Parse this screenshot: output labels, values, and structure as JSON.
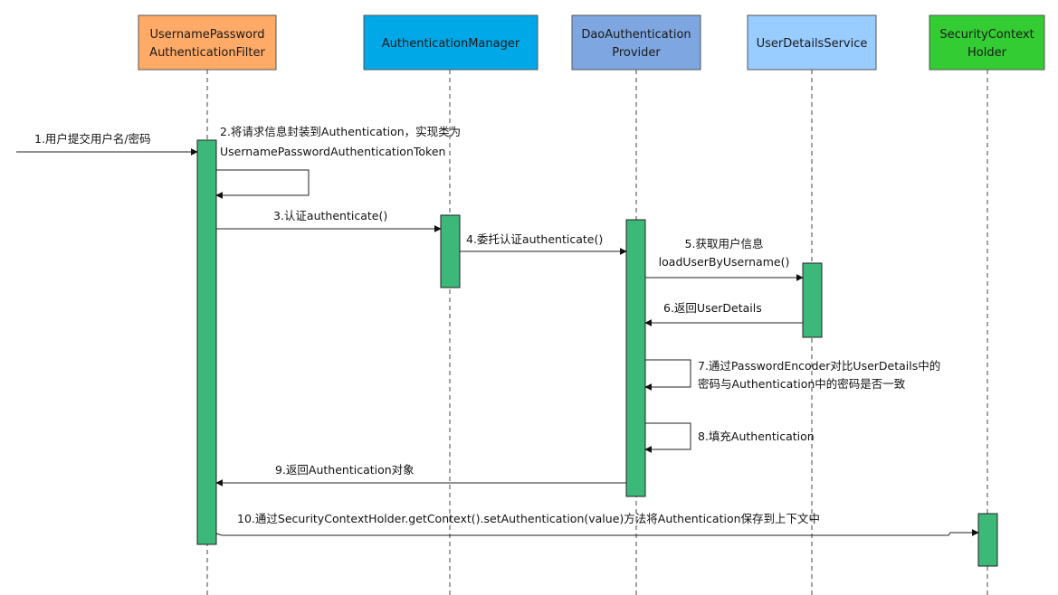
{
  "participants": [
    {
      "id": "filter",
      "lines": [
        "UsernamePassword",
        "AuthenticationFilter"
      ],
      "color": "#FFAA66"
    },
    {
      "id": "manager",
      "lines": [
        "AuthenticationManager"
      ],
      "color": "#00A8E8"
    },
    {
      "id": "provider",
      "lines": [
        "DaoAuthentication",
        "Provider"
      ],
      "color": "#7EA6E0"
    },
    {
      "id": "uds",
      "lines": [
        "UserDetailsService"
      ],
      "color": "#99CCFF"
    },
    {
      "id": "sch",
      "lines": [
        "SecurityContext",
        "Holder"
      ],
      "color": "#33CC33"
    }
  ],
  "messages": [
    {
      "id": "m1",
      "lines": [
        "1.用户提交用户名/密码"
      ]
    },
    {
      "id": "m2",
      "lines": [
        "2.将请求信息封装到Authentication，实现类为",
        "UsernamePasswordAuthenticationToken"
      ]
    },
    {
      "id": "m3",
      "lines": [
        "3.认证authenticate()"
      ]
    },
    {
      "id": "m4",
      "lines": [
        "4.委托认证authenticate()"
      ]
    },
    {
      "id": "m5",
      "lines": [
        "5.获取用户信息",
        "loadUserByUsername()"
      ]
    },
    {
      "id": "m6",
      "lines": [
        "6.返回UserDetails"
      ]
    },
    {
      "id": "m7",
      "lines": [
        "7.通过PasswordEncoder对比UserDetails中的",
        "密码与Authentication中的密码是否一致"
      ]
    },
    {
      "id": "m8",
      "lines": [
        "8.填充Authentication"
      ]
    },
    {
      "id": "m9",
      "lines": [
        "9.返回Authentication对象"
      ]
    },
    {
      "id": "m10",
      "lines": [
        "10.通过SecurityContextHolder.getContext().setAuthentication(value)方法将Authentication保存到上下文中"
      ]
    }
  ]
}
